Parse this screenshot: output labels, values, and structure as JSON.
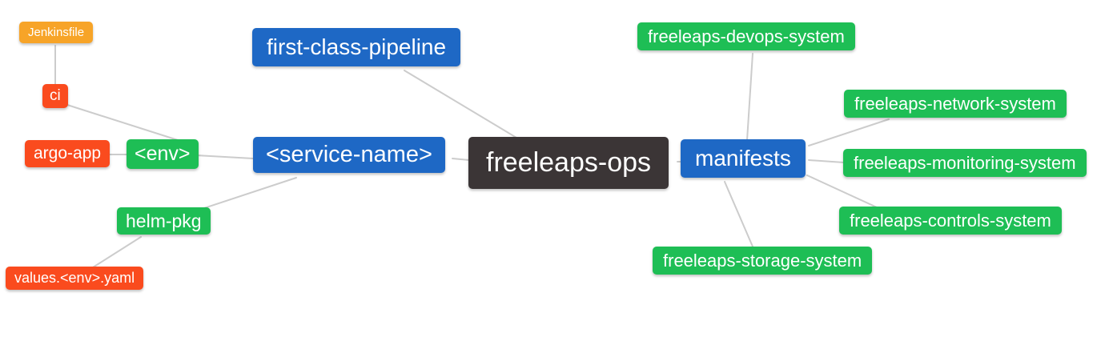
{
  "diagram": {
    "type": "mindmap",
    "root_label": "freeleaps-ops",
    "colors": {
      "root_bg": "#3B3536",
      "branch_blue": "#1E68C5",
      "leaf_green": "#1EBE55",
      "leaf_red": "#FA4B1E",
      "leaf_orange": "#F7A428",
      "edge_gray": "#CCCCCC",
      "node_text": "#FFFFFF",
      "background": "#FFFFFF"
    },
    "nodes": [
      {
        "id": "jenkinsfile",
        "label": "Jenkinsfile",
        "color": "orange"
      },
      {
        "id": "ci",
        "label": "ci",
        "color": "red"
      },
      {
        "id": "argo-app",
        "label": "argo-app",
        "color": "red"
      },
      {
        "id": "env",
        "label": "<env>",
        "color": "green"
      },
      {
        "id": "helm-pkg",
        "label": "helm-pkg",
        "color": "green"
      },
      {
        "id": "values-env-yaml",
        "label": "values.<env>.yaml",
        "color": "red"
      },
      {
        "id": "first-class-pipeline",
        "label": "first-class-pipeline",
        "color": "blue"
      },
      {
        "id": "service-name",
        "label": "<service-name>",
        "color": "blue"
      },
      {
        "id": "freeleaps-ops",
        "label": "freeleaps-ops",
        "color": "dark"
      },
      {
        "id": "manifests",
        "label": "manifests",
        "color": "blue"
      },
      {
        "id": "freeleaps-devops-system",
        "label": "freeleaps-devops-system",
        "color": "green"
      },
      {
        "id": "freeleaps-network-system",
        "label": "freeleaps-network-system",
        "color": "green"
      },
      {
        "id": "freeleaps-monitoring-system",
        "label": "freeleaps-monitoring-system",
        "color": "green"
      },
      {
        "id": "freeleaps-controls-system",
        "label": "freeleaps-controls-system",
        "color": "green"
      },
      {
        "id": "freeleaps-storage-system",
        "label": "freeleaps-storage-system",
        "color": "green"
      }
    ],
    "edges": [
      {
        "from": "jenkinsfile",
        "to": "ci"
      },
      {
        "from": "ci",
        "to": "env"
      },
      {
        "from": "argo-app",
        "to": "env"
      },
      {
        "from": "env",
        "to": "service-name"
      },
      {
        "from": "helm-pkg",
        "to": "service-name"
      },
      {
        "from": "values-env-yaml",
        "to": "helm-pkg"
      },
      {
        "from": "first-class-pipeline",
        "to": "freeleaps-ops"
      },
      {
        "from": "service-name",
        "to": "freeleaps-ops"
      },
      {
        "from": "freeleaps-ops",
        "to": "manifests"
      },
      {
        "from": "manifests",
        "to": "freeleaps-devops-system"
      },
      {
        "from": "manifests",
        "to": "freeleaps-network-system"
      },
      {
        "from": "manifests",
        "to": "freeleaps-monitoring-system"
      },
      {
        "from": "manifests",
        "to": "freeleaps-controls-system"
      },
      {
        "from": "manifests",
        "to": "freeleaps-storage-system"
      }
    ]
  }
}
